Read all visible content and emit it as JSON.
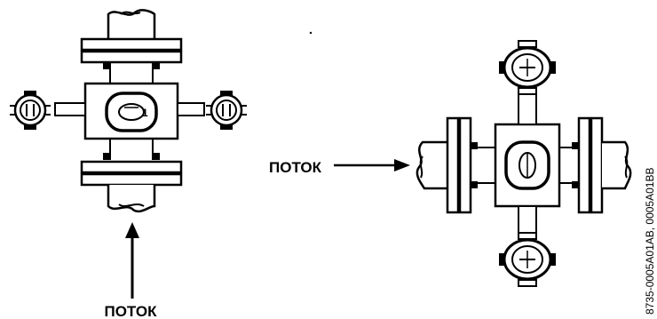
{
  "labels": {
    "flow_left_vertical": "ПОТОК",
    "flow_right_horizontal": "ПОТОК",
    "figure_code": "8735-0005A01AB, 0005A01BB"
  },
  "colors": {
    "ink": "#000000",
    "paper": "#ffffff"
  }
}
